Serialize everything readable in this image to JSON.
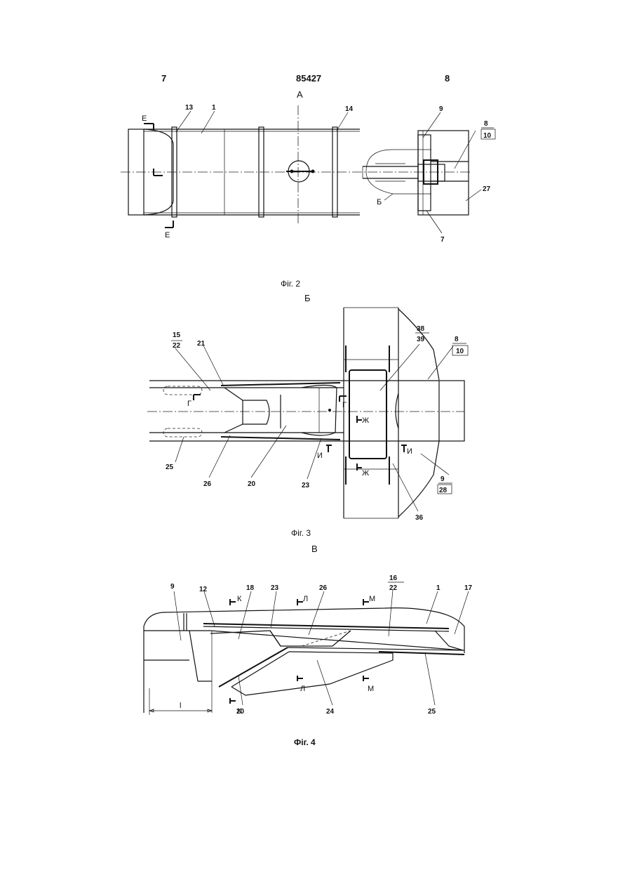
{
  "header": {
    "left_page": "7",
    "patent_number": "85427",
    "right_page": "8"
  },
  "fig2": {
    "view_label": "А",
    "caption": "Фіг. 2",
    "refs": {
      "r13": "13",
      "r1": "1",
      "r14": "14",
      "r9": "9",
      "r8": "8",
      "r10": "10",
      "r27": "27",
      "r7": "7"
    },
    "sections": {
      "e_top": "Е",
      "e_bottom": "Е",
      "b": "Б"
    }
  },
  "fig3": {
    "view_label": "Б",
    "caption": "Фіг. 3",
    "refs": {
      "r15": "15",
      "r22": "22",
      "r21": "21",
      "r38": "38",
      "r39": "39",
      "r8": "8",
      "r10": "10",
      "r25": "25",
      "r26": "26",
      "r20": "20",
      "r23": "23",
      "r9": "9",
      "r28": "28",
      "r36": "36"
    },
    "sections": {
      "g_top": "Г",
      "g_bot": "Г",
      "zh_top": "Ж",
      "zh_bot": "Ж",
      "i_left": "И",
      "i_right": "И"
    }
  },
  "fig4": {
    "view_label": "В",
    "caption": "Фіг. 4",
    "refs": {
      "r9": "9",
      "r12": "12",
      "r18": "18",
      "r23": "23",
      "r26": "26",
      "r16": "16",
      "r22": "22",
      "r1": "1",
      "r17": "17",
      "r20": "20",
      "r24": "24",
      "r25": "25",
      "dim_l": "l"
    },
    "sections": {
      "k_top": "К",
      "k_bot": "К",
      "l_top": "Л",
      "l_bot": "Л",
      "m_top": "М",
      "m_bot": "М"
    }
  }
}
